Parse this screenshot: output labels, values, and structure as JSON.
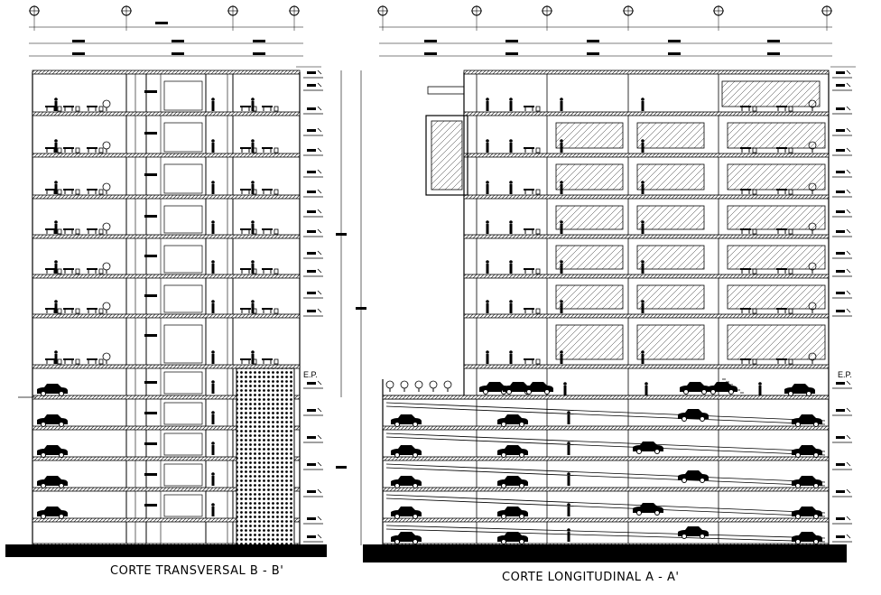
{
  "sections": [
    {
      "id": "transversal",
      "caption": "CORTE TRANSVERSAL B - B'"
    },
    {
      "id": "longitudinal",
      "caption": "CORTE LONGITUDINAL  A - A'"
    }
  ],
  "level_tags": [
    "E.P.",
    "E.P."
  ],
  "grid_axes": [
    {
      "section": "transversal",
      "count": 4
    },
    {
      "section": "longitudinal",
      "count": 6
    }
  ],
  "building": {
    "upper_floors": 7,
    "parking_floors": 6
  },
  "colors": {
    "line": "#000000",
    "background": "#ffffff"
  }
}
